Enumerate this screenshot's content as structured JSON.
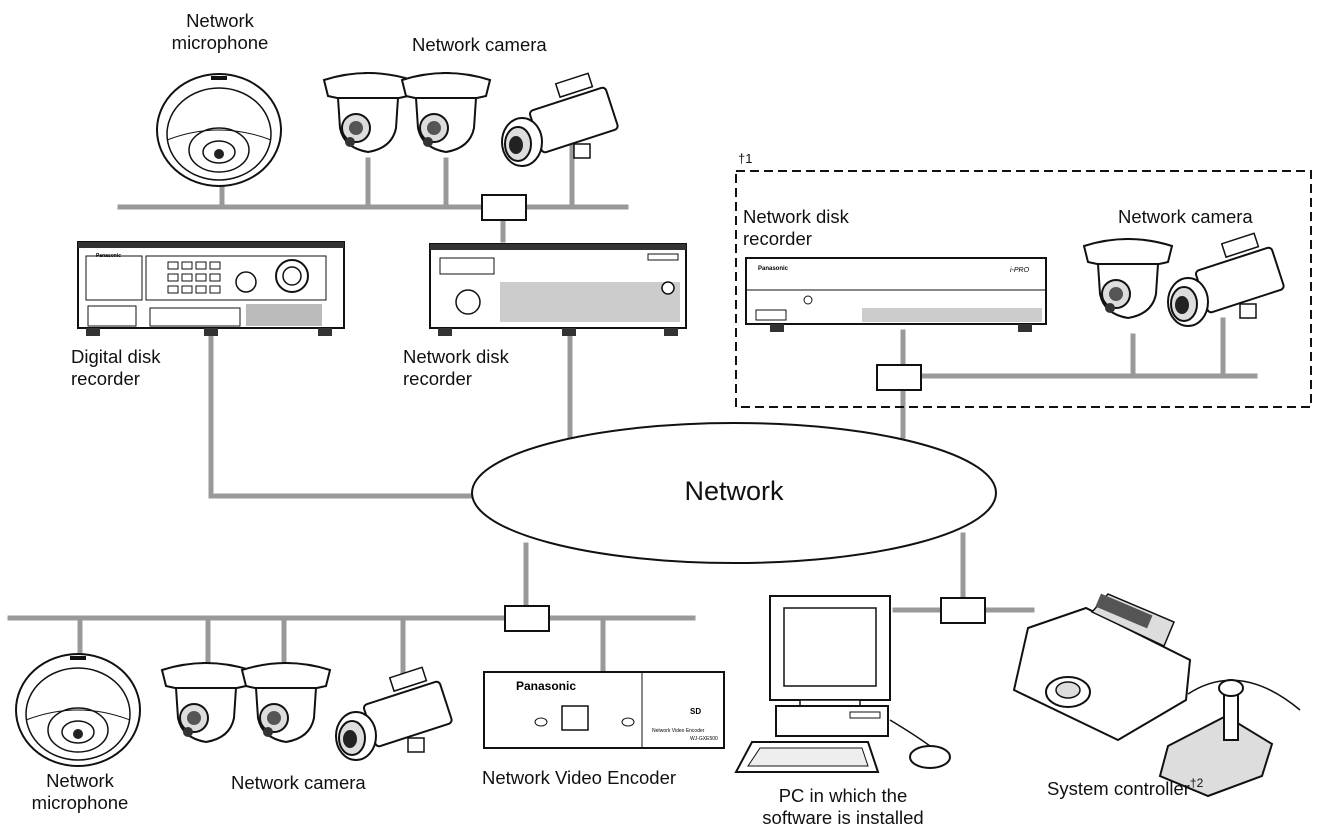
{
  "labels": {
    "mic_top_1": "Network",
    "mic_top_2": "microphone",
    "cam_top": "Network camera",
    "dagger1": "†1",
    "ndr_right_1": "Network disk",
    "ndr_right_2": "recorder",
    "cam_right": "Network camera",
    "ddr_1": "Digital disk",
    "ddr_2": "recorder",
    "ndr_mid_1": "Network disk",
    "ndr_mid_2": "recorder",
    "network": "Network",
    "mic_bot_1": "Network",
    "mic_bot_2": "microphone",
    "cam_bot": "Network camera",
    "encoder": "Network Video Encoder",
    "pc_1": "PC in which the",
    "pc_2": "software is installed",
    "sysctl": "System controller",
    "sysctl_sup": "†2"
  },
  "device_text": {
    "brand": "Panasonic",
    "encoder_brand": "Panasonic",
    "encoder_model_1": "Network Video Encoder",
    "encoder_model_2": "WJ-GXE500",
    "sd_logo": "SD",
    "ipro": "i-PRO"
  },
  "colors": {
    "line": "#999999",
    "device_outline": "#111111",
    "device_fill": "#ffffff",
    "device_dark": "#333333"
  }
}
